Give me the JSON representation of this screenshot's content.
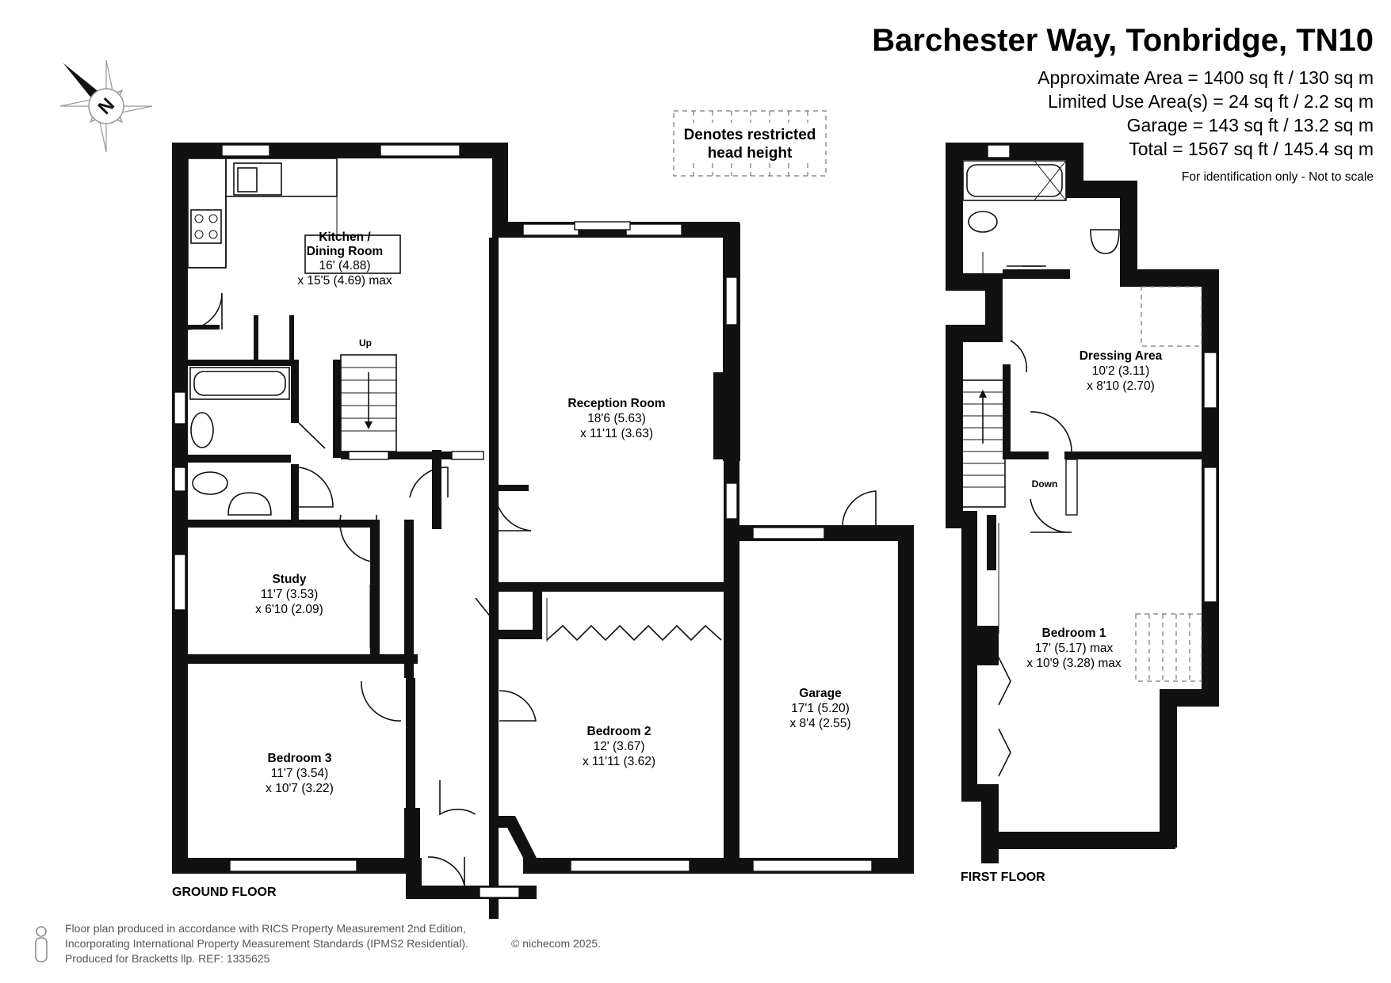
{
  "header": {
    "title": "Barchester Way, Tonbridge, TN10",
    "areas": [
      "Approximate Area = 1400 sq ft / 130 sq m",
      "Limited Use Area(s) = 24 sq ft / 2.2 sq m",
      "Garage = 143 sq ft / 13.2 sq m",
      "Total = 1567 sq ft / 145.4 sq m"
    ],
    "disclaimer": "For identification only - Not to scale"
  },
  "legend": {
    "restricted_line1": "Denotes restricted",
    "restricted_line2": "head height"
  },
  "compass": {
    "letter": "N"
  },
  "floors": {
    "ground_label": "GROUND FLOOR",
    "first_label": "FIRST FLOOR"
  },
  "rooms": {
    "kitchen": {
      "name_line1": "Kitchen /",
      "name_line2": "Dining Room",
      "dim1": "16' (4.88)",
      "dim2": "x 15'5 (4.69) max"
    },
    "reception": {
      "name": "Reception Room",
      "dim1": "18'6 (5.63)",
      "dim2": "x 11'11 (3.63)"
    },
    "study": {
      "name": "Study",
      "dim1": "11'7 (3.53)",
      "dim2": "x 6'10 (2.09)"
    },
    "bedroom3": {
      "name": "Bedroom 3",
      "dim1": "11'7 (3.54)",
      "dim2": "x 10'7 (3.22)"
    },
    "bedroom2": {
      "name": "Bedroom 2",
      "dim1": "12' (3.67)",
      "dim2": "x 11'11 (3.62)"
    },
    "garage": {
      "name": "Garage",
      "dim1": "17'1 (5.20)",
      "dim2": "x 8'4 (2.55)"
    },
    "dressing": {
      "name": "Dressing Area",
      "dim1": "10'2 (3.11)",
      "dim2": "x 8'10 (2.70)"
    },
    "bedroom1": {
      "name": "Bedroom 1",
      "dim1": "17' (5.17) max",
      "dim2": "x 10'9 (3.28) max"
    }
  },
  "stairs": {
    "up": "Up",
    "down": "Down"
  },
  "footer": {
    "line1": "Floor plan produced in accordance with RICS Property Measurement 2nd Edition,",
    "line2": "Incorporating International Property Measurement Standards (IPMS2 Residential).",
    "copyright": "© nichecom 2025.",
    "line3": "Produced for Bracketts llp.   REF:  1335625"
  }
}
